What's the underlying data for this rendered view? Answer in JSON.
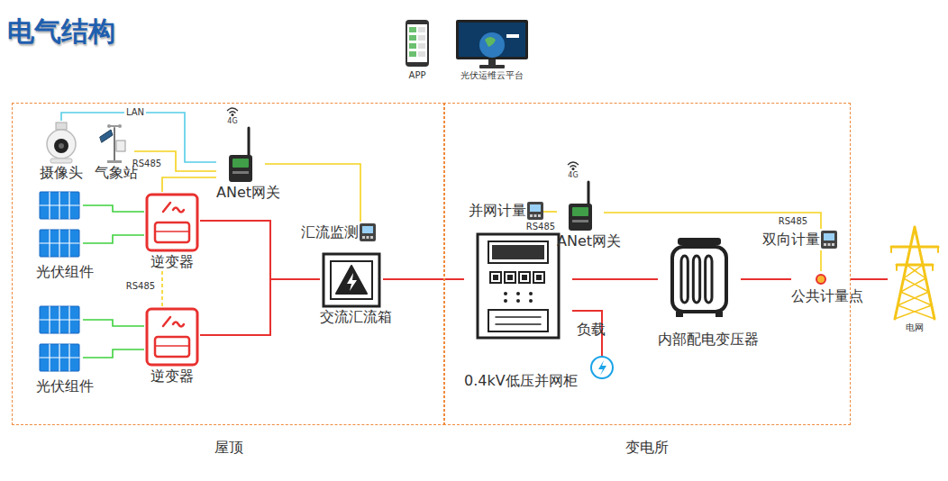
{
  "diagram": {
    "title": "电气结构",
    "nodes": [
      {
        "text": [
          "屋顶"
        ]
      },
      {
        "text": [
          "变电所"
        ]
      },
      {
        "text": [
          "APP"
        ]
      },
      {
        "text": [
          "光伏运维云平台"
        ]
      },
      {
        "text": [
          "摄像头"
        ],
        "in": 0
      },
      {
        "text": [
          "气象站"
        ],
        "in": 0
      },
      {
        "text": [
          "ANet网关"
        ],
        "in": 0
      },
      {
        "text": [
          "光伏组件"
        ],
        "in": 0
      },
      {
        "text": [
          "逆变器"
        ],
        "in": 0
      },
      {
        "text": [
          "光伏组件"
        ],
        "in": 0
      },
      {
        "text": [
          "逆变器"
        ],
        "in": 0
      },
      {
        "text": [
          "交流汇流箱"
        ],
        "in": 0
      },
      {
        "text": [
          "汇流监测"
        ],
        "in": 0
      },
      {
        "text": [
          "并网计量"
        ],
        "in": 1
      },
      {
        "text": [
          "ANet网关"
        ],
        "in": 1
      },
      {
        "text": [
          "0.4kV低压并网柜"
        ],
        "in": 1
      },
      {
        "text": [
          "负载"
        ],
        "in": 1
      },
      {
        "text": [
          "内部配电变压器"
        ],
        "in": 1
      },
      {
        "text": [
          "双向计量"
        ],
        "in": 1
      },
      {
        "text": [
          "公共计量点"
        ],
        "in": 1
      },
      {
        "text": [
          "电网"
        ]
      }
    ],
    "edges": [
      {
        "from": 4,
        "to": 6,
        "label": "LAN",
        "arrow": "none"
      },
      {
        "from": 5,
        "to": 6,
        "arrow": "none"
      },
      {
        "from": 8,
        "to": 6,
        "label": "RS485",
        "arrow": "none"
      },
      {
        "from": 12,
        "to": 6,
        "arrow": "none"
      },
      {
        "from": 7,
        "to": 8,
        "arrow": "none"
      },
      {
        "from": 7,
        "to": 8,
        "arrow": "none"
      },
      {
        "from": 9,
        "to": 10,
        "arrow": "none"
      },
      {
        "from": 9,
        "to": 10,
        "arrow": "none"
      },
      {
        "from": 8,
        "to": 10,
        "label": "RS485",
        "arrow": "none"
      },
      {
        "from": 8,
        "to": 11,
        "arrow": "none"
      },
      {
        "from": 10,
        "to": 11,
        "arrow": "none"
      },
      {
        "from": 11,
        "to": 15,
        "arrow": "none"
      },
      {
        "from": 13,
        "to": 14,
        "label": "RS485",
        "arrow": "none"
      },
      {
        "from": 18,
        "to": 14,
        "label": "RS485",
        "arrow": "none"
      },
      {
        "from": 15,
        "to": 16,
        "arrow": "none"
      },
      {
        "from": 15,
        "to": 17,
        "arrow": "none"
      },
      {
        "from": 17,
        "to": 19,
        "arrow": "none"
      },
      {
        "from": 18,
        "to": 19,
        "arrow": "none"
      },
      {
        "from": 19,
        "to": 20,
        "arrow": "none"
      }
    ],
    "labels": [
      "4G",
      "4G"
    ]
  }
}
